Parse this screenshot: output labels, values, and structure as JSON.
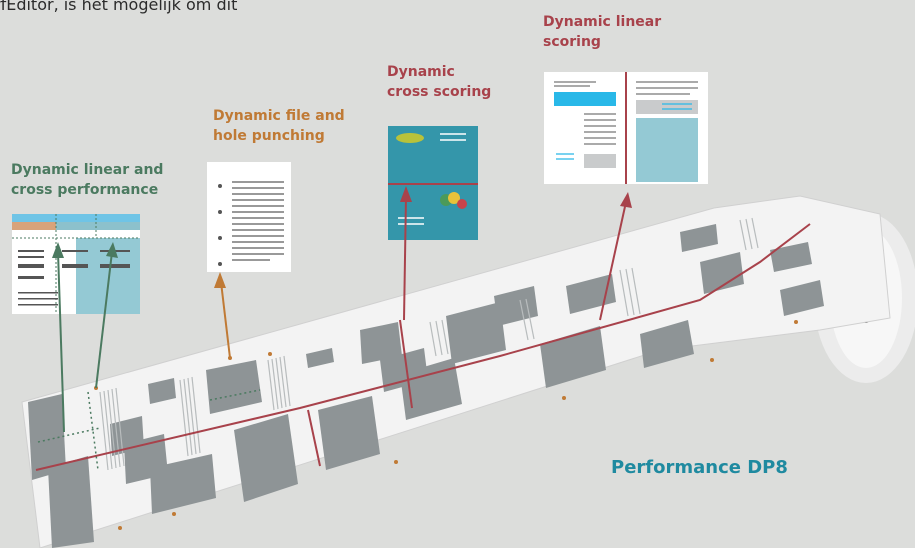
{
  "intro_text": "rfEditor, is het mogelijk om dit",
  "labels": {
    "linear_cross": [
      "Dynamic linear and",
      "cross performance"
    ],
    "file_punch": [
      "Dynamic file and",
      "hole punching"
    ],
    "cross_scoring": [
      "Dynamic",
      "cross scoring"
    ],
    "linear_scoring": [
      "Dynamic linear",
      "scoring"
    ]
  },
  "title": "Performance DP8",
  "colors": {
    "background": "#dcdddb",
    "green": "#4b7a60",
    "orange": "#c07a35",
    "red": "#a8424b",
    "teal": "#1f8aa0",
    "cover_blue": "#3496aa",
    "block_gray": "#8e9496",
    "accent_cyan": "#29b8e8",
    "light_teal": "#94c9d4"
  }
}
